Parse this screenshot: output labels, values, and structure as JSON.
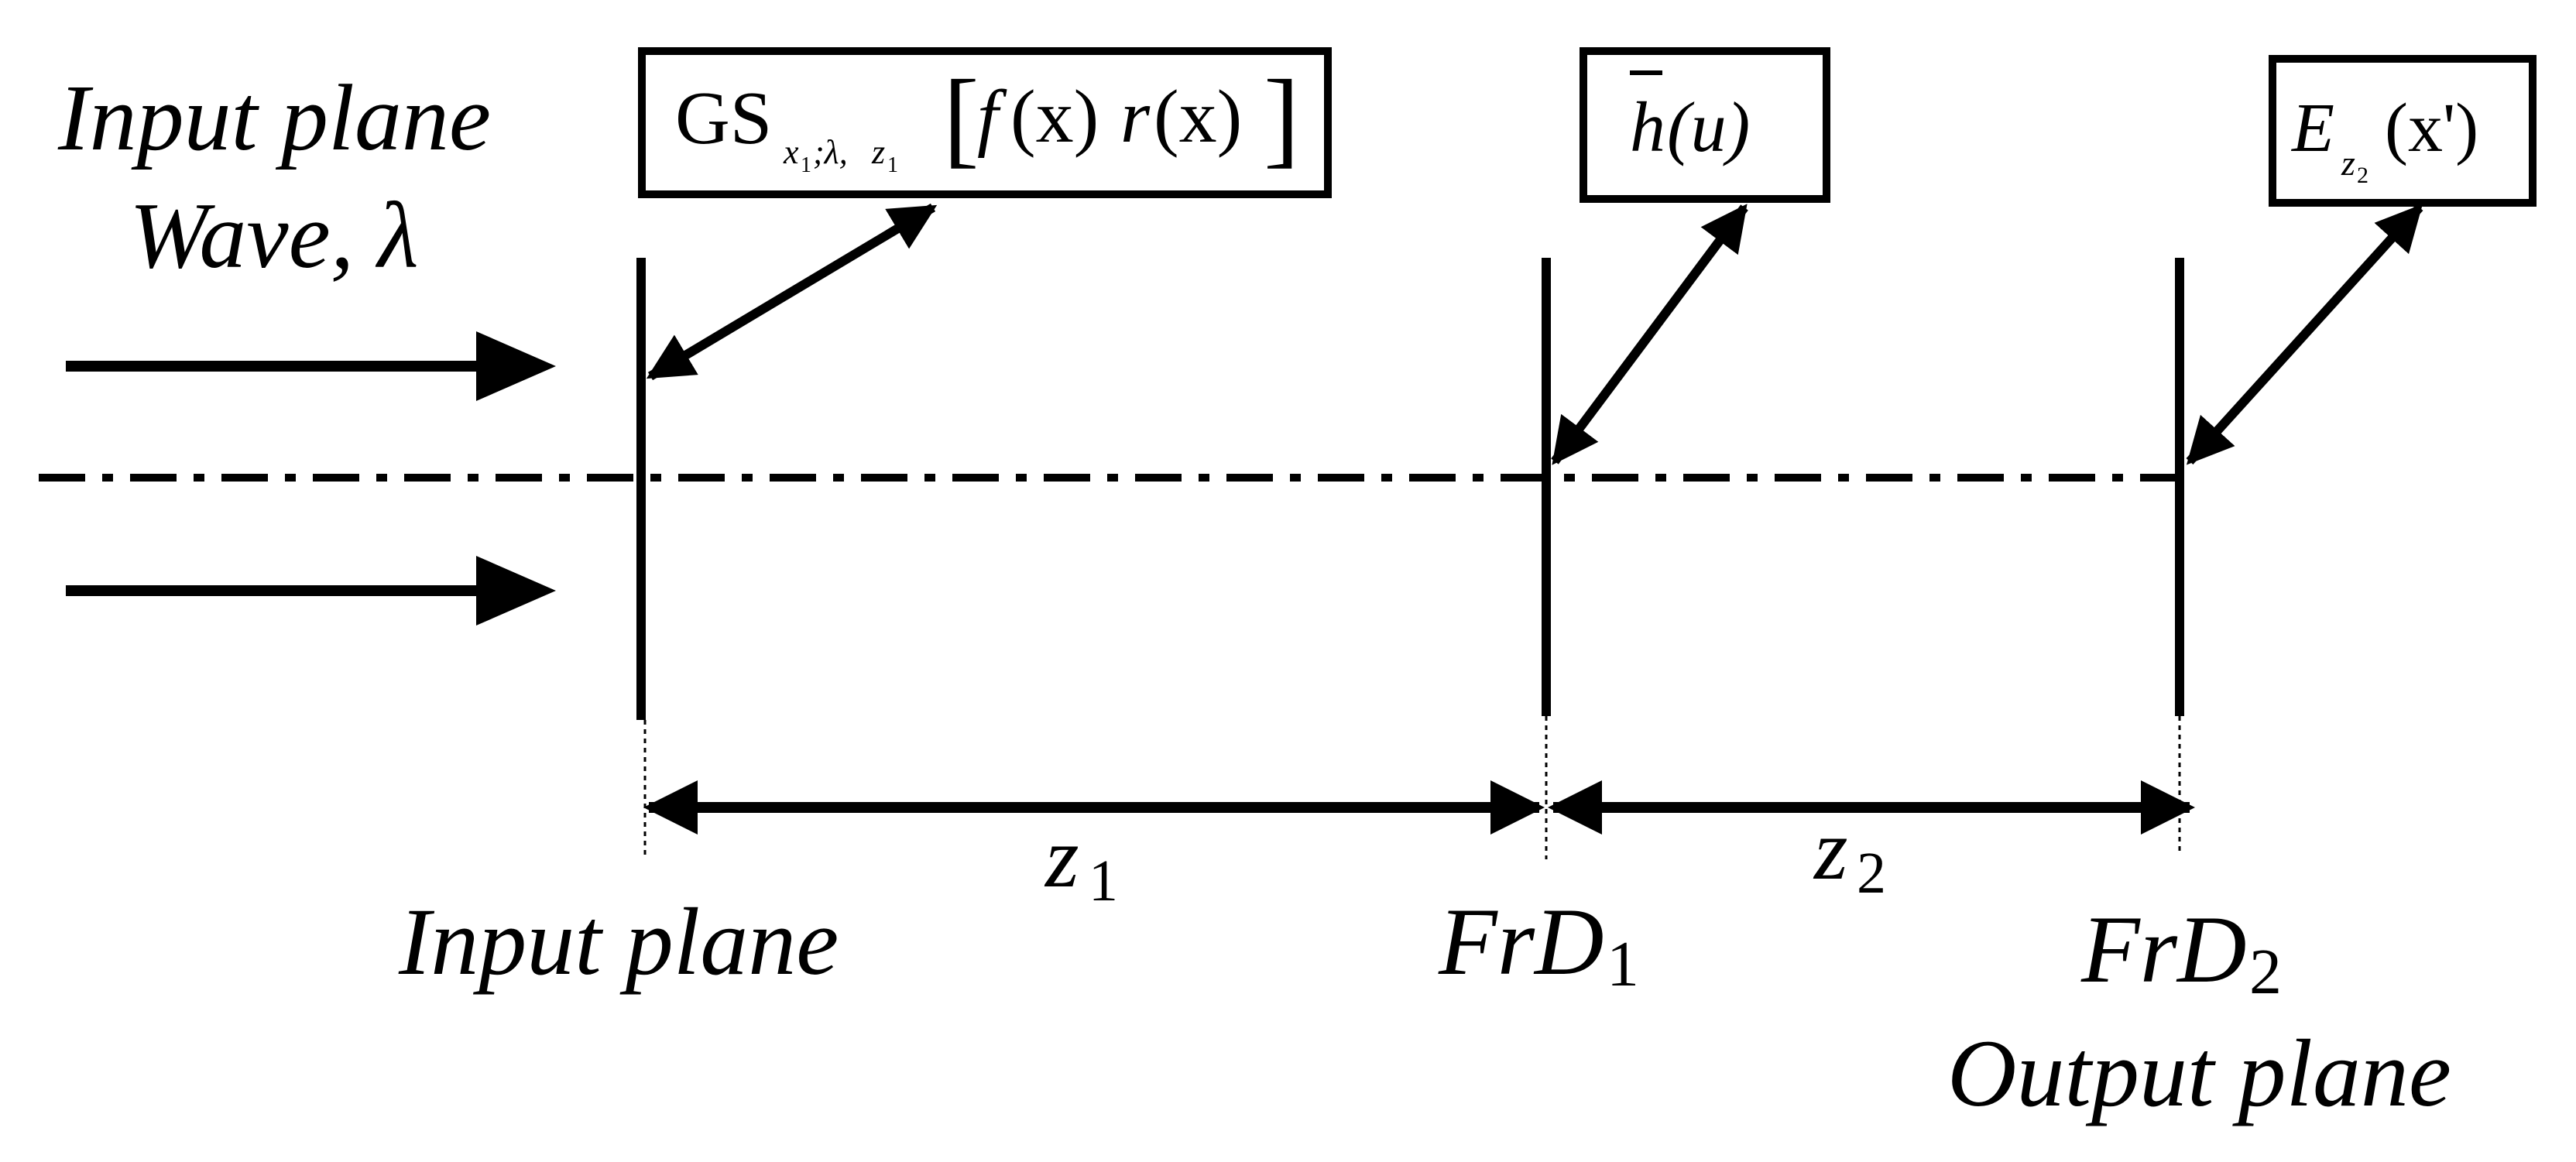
{
  "labels": {
    "top_left_line1": "Input plane",
    "top_left_line2": "Wave, λ",
    "input_plane": "Input plane",
    "frd1_main": "FrD",
    "frd1_sub": "1",
    "frd2_main": "FrD",
    "frd2_sub": "2",
    "output_plane": "Output plane",
    "z1_main": "z",
    "z1_sub": "1",
    "z2_main": "z",
    "z2_sub": "2"
  },
  "formula_boxes": {
    "gs": {
      "prefix": "GS",
      "sub_x": "x",
      "sub_x_index": "1",
      "sub_rest": ";λ,",
      "sub_z": "z",
      "sub_z_index": "1",
      "bracket_open": "[",
      "f": "f",
      "paren_x1": "(x)",
      "r": "r",
      "paren_x2": "(x)",
      "bracket_close": "]"
    },
    "h": {
      "symbol": "h",
      "arg": "(u)"
    },
    "e": {
      "symbol": "E",
      "sub_z": "z",
      "sub_z_index": "2",
      "arg": "(x')"
    }
  },
  "colors": {
    "ink": "#000000",
    "background": "#ffffff"
  },
  "icons": {
    "incident_wave_arrows": "right-arrow",
    "plane_pointers": "double-headed-arrow",
    "distance_markers": "double-headed-arrow"
  }
}
